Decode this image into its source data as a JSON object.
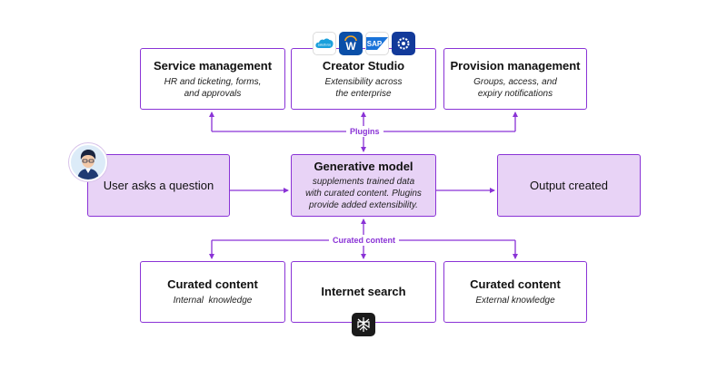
{
  "colors": {
    "accent": "#8a33d6",
    "fill": "#e8d3f6"
  },
  "service": {
    "title": "Service management",
    "desc1": "HR and ticketing, forms,",
    "desc2": "and approvals"
  },
  "creator": {
    "title": "Creator Studio",
    "desc1": "Extensibility across",
    "desc2": "the enterprise"
  },
  "provision": {
    "title": "Provision management",
    "desc1": "Groups, access, and",
    "desc2": "expiry notifications"
  },
  "plugins_label": "Plugins",
  "user": {
    "label": "User asks a question"
  },
  "model": {
    "title": "Generative model",
    "desc1": "supplements trained data",
    "desc2": "with curated content. Plugins",
    "desc3": "provide added extensibility."
  },
  "output": {
    "label": "Output created"
  },
  "curated_label": "Curated content",
  "curated_internal": {
    "title": "Curated content",
    "desc": "Internal  knowledge"
  },
  "internet": {
    "title": "Internet search"
  },
  "curated_external": {
    "title": "Curated content",
    "desc": "External knowledge"
  },
  "logos": {
    "salesforce": "salesforce",
    "workday": "W",
    "sap": "SAP"
  }
}
